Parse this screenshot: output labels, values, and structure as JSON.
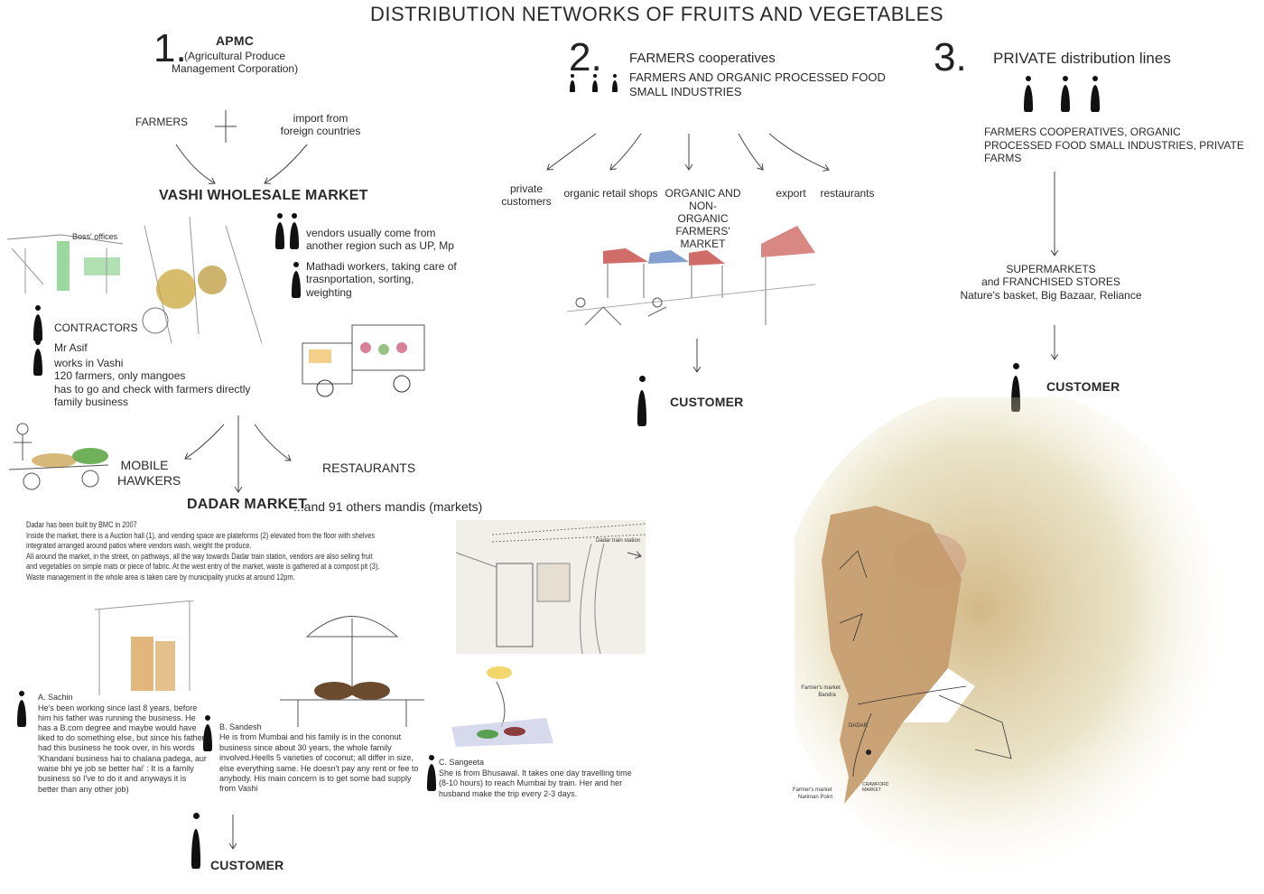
{
  "title": "DISTRIBUTION NETWORKS OF FRUITS AND VEGETABLES",
  "network1": {
    "number": "1.",
    "name": "APMC",
    "subtitle_line1": "(Agricultural Produce",
    "subtitle_line2": "Management Corporation)",
    "source_farmers": "FARMERS",
    "source_import_line1": "import from",
    "source_import_line2": "foreign countries",
    "market": "VASHI WHOLESALE MARKET",
    "boss_offices": "Boss' offices",
    "vendors_line1": "vendors usually come from",
    "vendors_line2": "another region such as UP, Mp",
    "mathadi_line1": "Mathadi workers, taking care of",
    "mathadi_line2": "trasnportation, sorting,",
    "mathadi_line3": "weighting",
    "contractors": "CONTRACTORS",
    "asif_name": "Mr Asif",
    "asif_lines": [
      "works in Vashi",
      "120 farmers, only mangoes",
      "has to go and check with farmers directly",
      "family business"
    ],
    "mobile_line1": "MOBILE",
    "mobile_line2": "HAWKERS",
    "restaurants": "RESTAURANTS",
    "dadar": "DADAR MARKET",
    "dadar_others": "...and 91 others mandis (markets)",
    "dadar_desc": [
      "Dadar has been built by BMC in 2007",
      "Inside the market, there is a Auction hall (1), and vending space are plateforms (2) elevated from the floor with shelves",
      "integrated arranged around patios where vendors wash, weight the produce.",
      "All around the market, in the street, on pathways, all the way towards Dadar train station, vendors are also selling fruit",
      "and vegetables on simple mats or piece of fabric. At the west entry of the market, waste is gathered at a compost pit (3).",
      "Waste management in the whole area is taken care by municipality yrucks at around 12pm."
    ],
    "station_label": "Dadar train station",
    "sachin_name": "A. Sachin",
    "sachin_lines": [
      "He's been working since last 8 years, before",
      "him his father was running the business. He",
      "has a B.com degree and maybe would have",
      "liked to do something else, but since his father",
      "had this business he took over, in his words",
      "'Khandani business hai to chalana padega, aur",
      "waise bhi ye job se better hai' : It is a family",
      "business so I've to do it and anyways it is",
      "better than  any other job)"
    ],
    "sandesh_name": "B. Sandesh",
    "sandesh_lines": [
      "He is from Mumbai and his family is in the cononut",
      "business since about 30 years, the whole family",
      "involved.Heells 5 varieties of coconut; all differ in size,",
      "else everything same. He doesn't pay any rent or fee to",
      "anybody. His main concern is to get some bad supply",
      "from Vashi"
    ],
    "sangeeta_name": "C. Sangeeta",
    "sangeeta_lines": [
      "She is from Bhusawal. It takes one day travelling time",
      "(8-10 hours) to reach Mumbai by train. Her and her",
      "husband make the trip every 2-3 days."
    ],
    "customer": "CUSTOMER"
  },
  "network2": {
    "number": "2.",
    "name": "FARMERS cooperatives",
    "sub_line1": "FARMERS AND ORGANIC PROCESSED FOOD",
    "sub_line2": "SMALL INDUSTRIES",
    "outlets": [
      "private\ncustomers",
      "organic retail shops",
      "ORGANIC AND NON-\nORGANIC FARMERS'\nMARKET",
      "export",
      "restaurants"
    ],
    "customer": "CUSTOMER"
  },
  "network3": {
    "number": "3.",
    "name": "PRIVATE distribution lines",
    "sources_line1": "FARMERS COOPERATIVES, ORGANIC",
    "sources_line2": "PROCESSED FOOD SMALL INDUSTRIES, PRIVATE",
    "sources_line3": "FARMS",
    "stores_line1": "SUPERMARKETS",
    "stores_line2": "and FRANCHISED STORES",
    "stores_line3": "Nature's basket, Big Bazaar, Reliance",
    "customer": "CUSTOMER"
  },
  "map": {
    "bandra_line1": "Farmer's market",
    "bandra_line2": "Bandra",
    "dadar": "DADAR",
    "crawford_line1": "CRAWFORD",
    "crawford_line2": "MARKET",
    "nariman_line1": "Farmer's market",
    "nariman_line2": "Nariman Point"
  },
  "colors": {
    "ink": "#222222",
    "tent_red": "#c9544f",
    "tent_blue": "#6f8fc9",
    "map_land": "#c49a6c",
    "wash": "#d8c79a"
  }
}
